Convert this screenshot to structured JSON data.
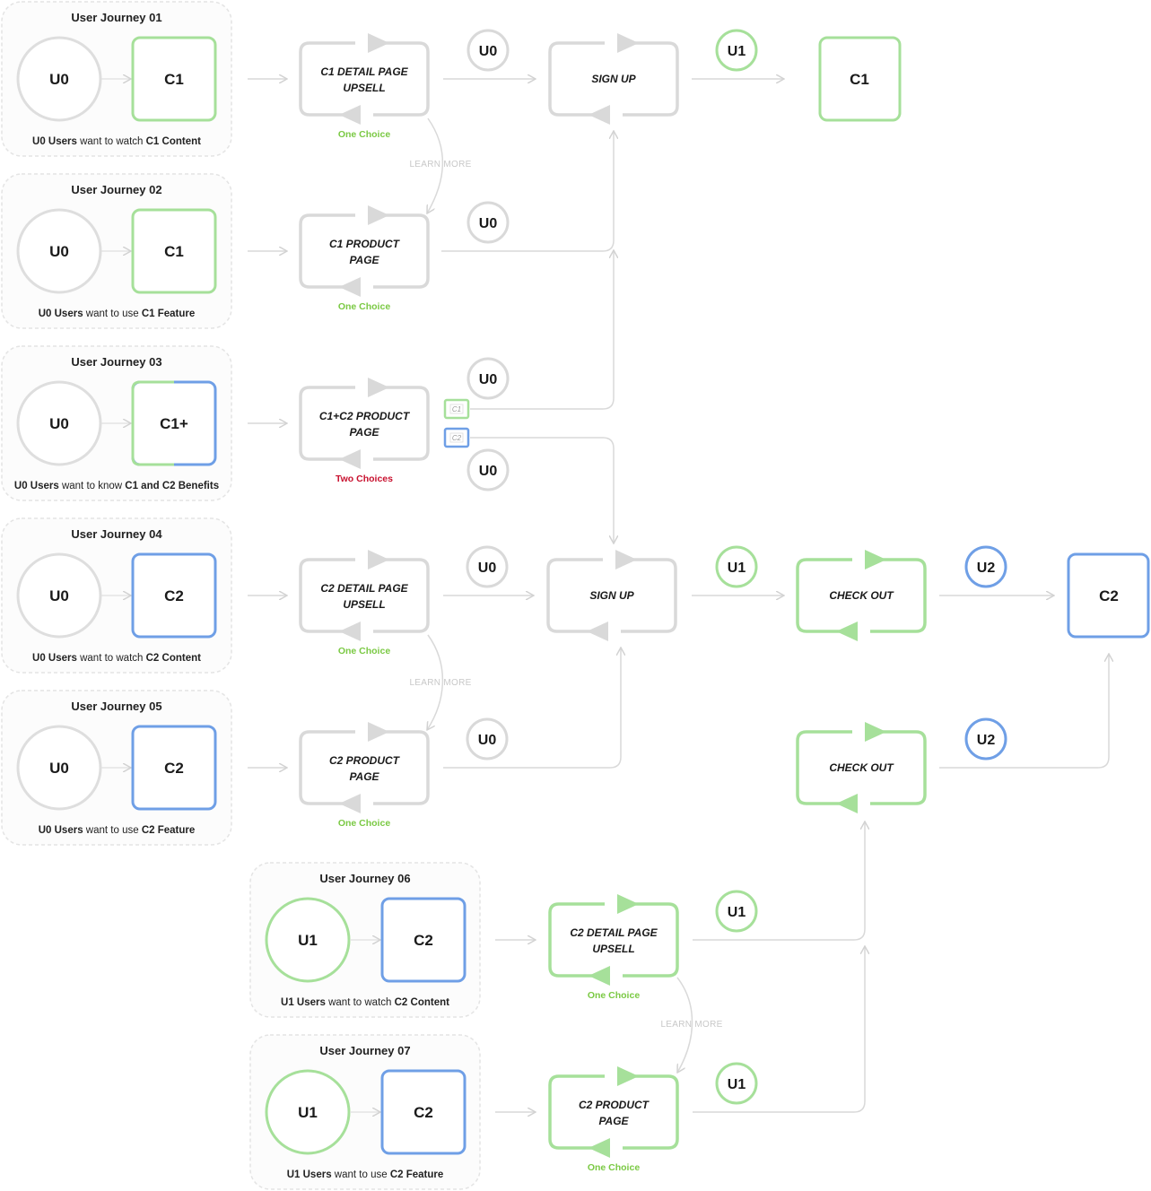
{
  "colors": {
    "gray": "#d9d9d9",
    "green": "#a6e09a",
    "green_text": "#7ac943",
    "blue": "#6f9fe6",
    "red_text": "#c8102e",
    "card_border": "#e6e6e6"
  },
  "journeys": [
    {
      "title": "User Journey 01",
      "user": "U0",
      "content": "C1",
      "caption_pre": "U0 Users",
      "caption_mid": " want to watch ",
      "caption_bold2": "C1 Content",
      "caption_end": ""
    },
    {
      "title": "User Journey 02",
      "user": "U0",
      "content": "C1",
      "caption_pre": "U0 Users",
      "caption_mid": " want to use ",
      "caption_bold2": "C1 Feature",
      "caption_end": ""
    },
    {
      "title": "User Journey 03",
      "user": "U0",
      "content": "C1+",
      "caption_pre": "U0 Users",
      "caption_mid": " want to know ",
      "caption_bold2": "C1 and C2 Benefits",
      "caption_end": ""
    },
    {
      "title": "User Journey 04",
      "user": "U0",
      "content": "C2",
      "caption_pre": "U0 Users",
      "caption_mid": " want to watch ",
      "caption_bold2": "C2 Content",
      "caption_end": ""
    },
    {
      "title": "User Journey 05",
      "user": "U0",
      "content": "C2",
      "caption_pre": "U0 Users",
      "caption_mid": " want to use ",
      "caption_bold2": "C2 Feature",
      "caption_end": ""
    },
    {
      "title": "User Journey 06",
      "user": "U1",
      "content": "C2",
      "caption_pre": "U1 Users",
      "caption_mid": " want to watch ",
      "caption_bold2": "C2 Content",
      "caption_end": ""
    },
    {
      "title": "User Journey 07",
      "user": "U1",
      "content": "C2",
      "caption_pre": "U1 Users",
      "caption_mid": " want to use ",
      "caption_bold2": "C2 Feature",
      "caption_end": ""
    }
  ],
  "stages": {
    "s1": {
      "line1": "C1 DETAIL PAGE",
      "line2": "UPSELL",
      "choice": "One Choice"
    },
    "s2": {
      "line1": "C1 PRODUCT",
      "line2": "PAGE",
      "choice": "One Choice"
    },
    "s3": {
      "line1": "C1+C2 PRODUCT",
      "line2": "PAGE",
      "choice": "Two Choices"
    },
    "s4": {
      "line1": "C2 DETAIL PAGE",
      "line2": "UPSELL",
      "choice": "One Choice"
    },
    "s5": {
      "line1": "C2 PRODUCT",
      "line2": "PAGE",
      "choice": "One Choice"
    },
    "s6": {
      "line1": "C2 DETAIL PAGE",
      "line2": "UPSELL",
      "choice": "One Choice"
    },
    "s7": {
      "line1": "C2 PRODUCT",
      "line2": "PAGE",
      "choice": "One Choice"
    },
    "signup1": {
      "line1": "SIGN UP"
    },
    "signup2": {
      "line1": "SIGN UP"
    },
    "checkout1": {
      "line1": "CHECK OUT"
    },
    "checkout2": {
      "line1": "CHECK OUT"
    }
  },
  "learn_more": "LEARN MORE",
  "badges": {
    "b1": "U0",
    "b2": "U1",
    "b3": "U0",
    "b4": "U0",
    "b5": "U0",
    "b6": "U0",
    "b7": "U1",
    "b8": "U2",
    "b9": "U0",
    "b10": "U2",
    "b11": "U1",
    "b12": "U1"
  },
  "mini": {
    "c1": "C1",
    "c2": "C2"
  },
  "results": {
    "r1": "C1",
    "r2": "C2"
  }
}
